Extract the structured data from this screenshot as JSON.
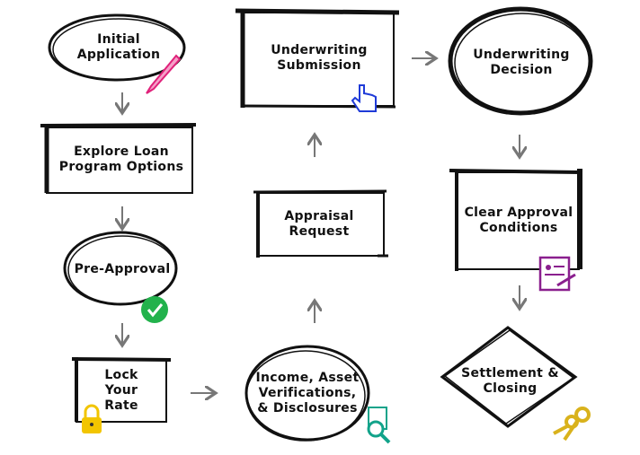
{
  "steps": {
    "initial_application": "Initial Application",
    "explore_options": "Explore Loan Program Options",
    "pre_approval": "Pre-Approval",
    "lock_rate": "Lock Your Rate",
    "income_verification": "Income, Asset Verifications, & Disclosures",
    "appraisal": "Appraisal Request",
    "uw_submission": "Underwriting Submission",
    "uw_decision": "Underwriting Decision",
    "clear_conditions": "Clear Approval Conditions",
    "settlement": "Settlement & Closing"
  },
  "colors": {
    "stroke": "#111111",
    "arrow": "#777777",
    "pen": "#e0217a",
    "check": "#22b24c",
    "lock": "#f2c500",
    "magnifier": "#12a38a",
    "cursor": "#1f3bd8",
    "document": "#8a1f8e",
    "keys": "#d9b21c"
  }
}
